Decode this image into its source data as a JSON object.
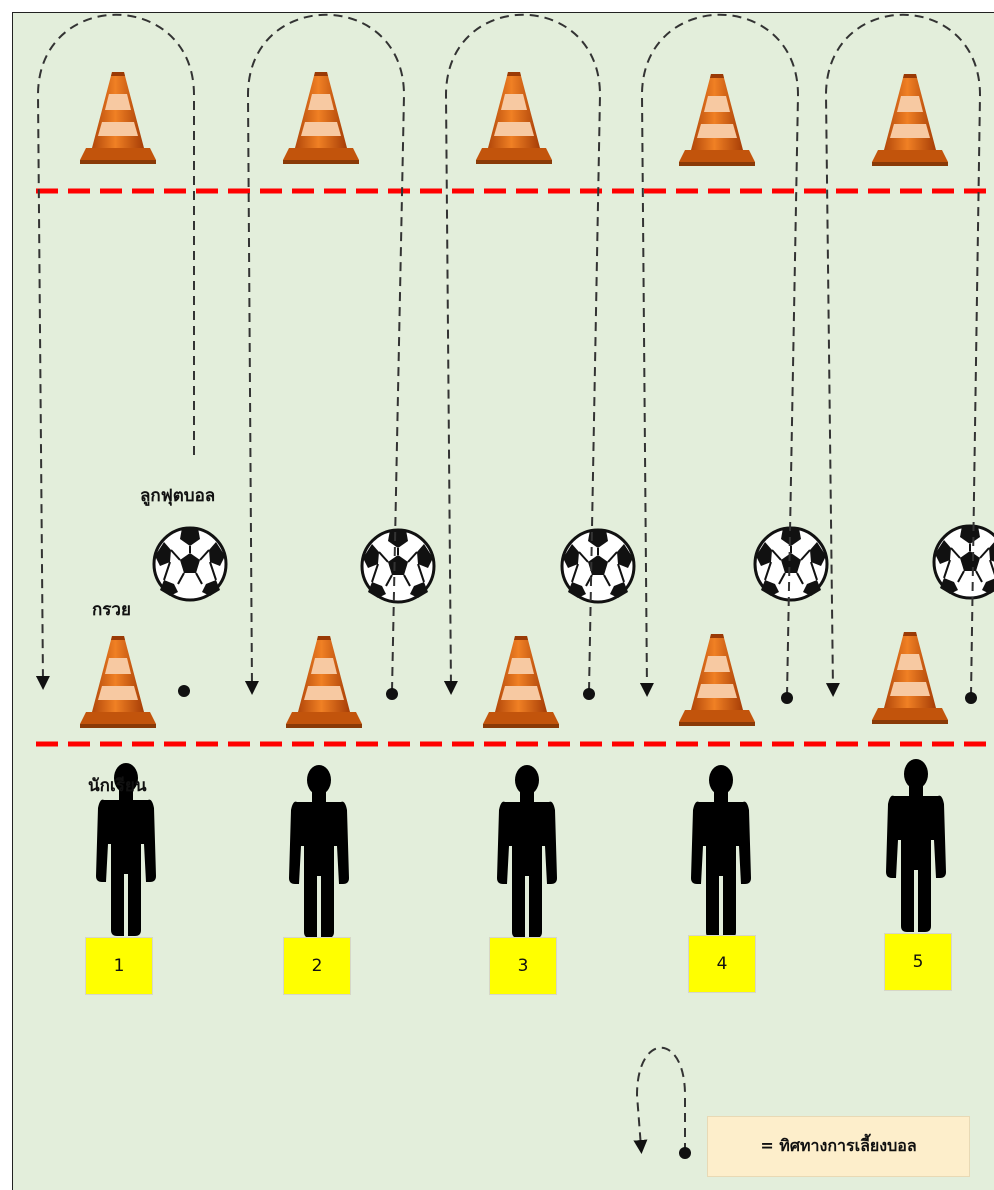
{
  "labels": {
    "ball": "ลูกฟุตบอล",
    "cone": "กรวย",
    "students": "นักเรียน",
    "legend": "= ทิศทางการเลี้ยงบอล"
  },
  "stations": [
    {
      "number": "1"
    },
    {
      "number": "2"
    },
    {
      "number": "3"
    },
    {
      "number": "4"
    },
    {
      "number": "5"
    }
  ],
  "colors": {
    "field": "#e3eedb",
    "line": "#ff0000",
    "cone": "#d9600b",
    "number_box": "#ffff00",
    "legend_box": "#fdeecb"
  }
}
